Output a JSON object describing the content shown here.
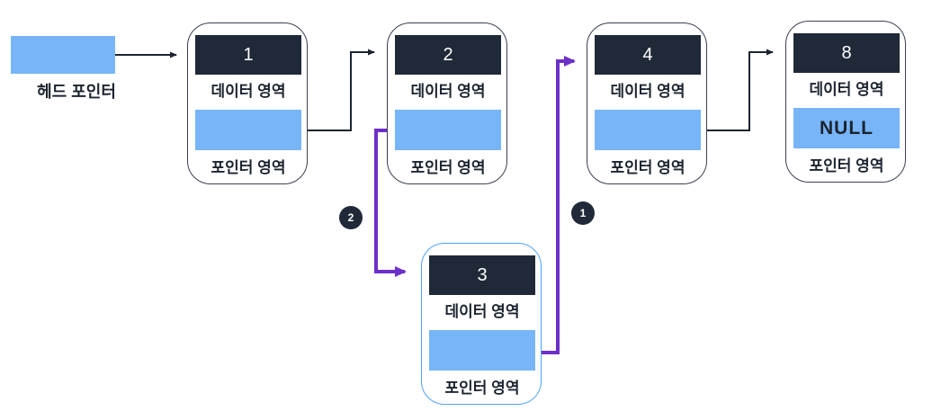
{
  "diagram": {
    "description": "singly linked list insertion diagram",
    "head_pointer": {
      "label": "헤드 포인터"
    },
    "nodes": [
      {
        "id": "node-1",
        "value": "1",
        "data_label": "데이터 영역",
        "pointer_label": "포인터 영역",
        "pointer_value": "",
        "highlighted": false
      },
      {
        "id": "node-2",
        "value": "2",
        "data_label": "데이터 영역",
        "pointer_label": "포인터 영역",
        "pointer_value": "",
        "highlighted": false
      },
      {
        "id": "node-4",
        "value": "4",
        "data_label": "데이터 영역",
        "pointer_label": "포인터 영역",
        "pointer_value": "",
        "highlighted": false
      },
      {
        "id": "node-8",
        "value": "8",
        "data_label": "데이터 영역",
        "pointer_label": "포인터 영역",
        "pointer_value": "NULL",
        "highlighted": false
      },
      {
        "id": "node-3",
        "value": "3",
        "data_label": "데이터 영역",
        "pointer_label": "포인터 영역",
        "pointer_value": "",
        "highlighted": true
      }
    ],
    "badges": [
      {
        "id": "step-2",
        "label": "2"
      },
      {
        "id": "step-1",
        "label": "1"
      }
    ],
    "colors": {
      "node_fill_blue": "#77b5f8",
      "node_fill_dark": "#202938",
      "node_border": "#39404f",
      "highlight_border": "#4da3ff",
      "arrow_black": "#1c2430",
      "arrow_purple": "#6d2fc9",
      "badge_bg": "#202938",
      "background": "#ffffff"
    }
  }
}
